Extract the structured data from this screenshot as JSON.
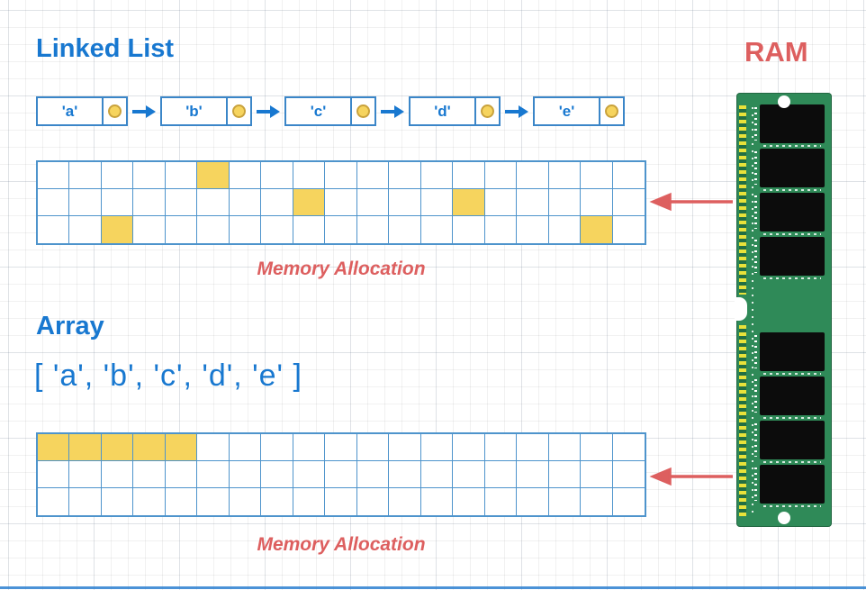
{
  "titles": {
    "linked_list": "Linked List",
    "array": "Array",
    "ram": "RAM"
  },
  "linked_list": {
    "nodes": [
      "'a'",
      "'b'",
      "'c'",
      "'d'",
      "'e'"
    ],
    "memory_label": "Memory Allocation",
    "grid": {
      "rows": 3,
      "cols": 19,
      "filled": [
        [
          0,
          5
        ],
        [
          1,
          8
        ],
        [
          1,
          13
        ],
        [
          2,
          2
        ],
        [
          2,
          17
        ]
      ]
    }
  },
  "array": {
    "literal": "[ 'a', 'b', 'c', 'd', 'e' ]",
    "memory_label": "Memory Allocation",
    "grid": {
      "rows": 3,
      "cols": 19,
      "filled": [
        [
          0,
          0
        ],
        [
          0,
          1
        ],
        [
          0,
          2
        ],
        [
          0,
          3
        ],
        [
          0,
          4
        ]
      ]
    }
  },
  "ram": {
    "chip_count": 8,
    "chip_groups": 2
  },
  "colors": {
    "blue": "#1878d0",
    "grid_blue": "#4e94cc",
    "yellow": "#f6d45e",
    "yellow_border": "#c9a23c",
    "red": "#dd5f5f",
    "pcb_green": "#2f8a58",
    "pin_yellow": "#e8e23a"
  }
}
